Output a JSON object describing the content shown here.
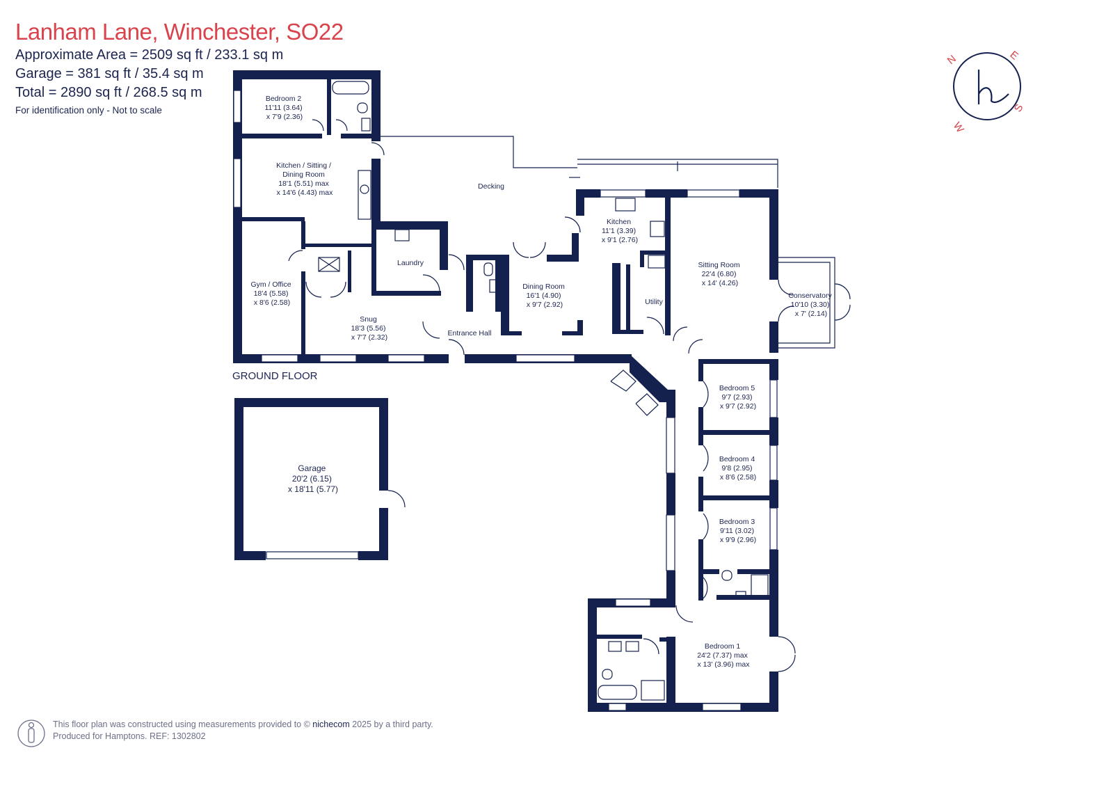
{
  "header": {
    "title": "Lanham Lane, Winchester, SO22",
    "area_line": "Approximate Area = 2509 sq ft / 233.1 sq m",
    "garage_line": "Garage = 381 sq ft / 35.4 sq m",
    "total_line": "Total = 2890 sq ft / 268.5 sq m",
    "note": "For identification only - Not to scale"
  },
  "compass": {
    "n": "N",
    "e": "E",
    "s": "S",
    "w": "W",
    "logo_letter": "h"
  },
  "floor_label": "GROUND FLOOR",
  "rooms": {
    "bedroom2": [
      "Bedroom 2",
      "11'11 (3.64)",
      "x 7'9 (2.36)"
    ],
    "kitchen_sitting": [
      "Kitchen / Sitting /",
      "Dining Room",
      "18'1 (5.51) max",
      "x 14'6 (4.43) max"
    ],
    "decking": [
      "Decking"
    ],
    "laundry": [
      "Laundry"
    ],
    "gym": [
      "Gym / Office",
      "18'4 (5.58)",
      "x 8'6 (2.58)"
    ],
    "snug": [
      "Snug",
      "18'3 (5.56)",
      "x 7'7 (2.32)"
    ],
    "entrance": [
      "Entrance Hall"
    ],
    "dining": [
      "Dining Room",
      "16'1 (4.90)",
      "x 9'7 (2.92)"
    ],
    "kitchen": [
      "Kitchen",
      "11'1 (3.39)",
      "x 9'1 (2.76)"
    ],
    "utility": [
      "Utility"
    ],
    "sitting": [
      "Sitting Room",
      "22'4 (6.80)",
      "x 14' (4.26)"
    ],
    "conservatory": [
      "Conservatory",
      "10'10 (3.30)",
      "x 7' (2.14)"
    ],
    "bedroom5": [
      "Bedroom 5",
      "9'7 (2.93)",
      "x 9'7 (2.92)"
    ],
    "bedroom4": [
      "Bedroom 4",
      "9'8 (2.95)",
      "x 8'6 (2.58)"
    ],
    "bedroom3": [
      "Bedroom 3",
      "9'11 (3.02)",
      "x 9'9 (2.96)"
    ],
    "bedroom1": [
      "Bedroom 1",
      "24'2 (7.37) max",
      "x 13' (3.96) max"
    ],
    "garage": [
      "Garage",
      "20'2 (6.15)",
      "x 18'11 (5.77)"
    ]
  },
  "footer": {
    "line1_pre": "This floor plan was constructed using measurements provided to ©",
    "brand": "nichecom",
    "line1_post": " 2025 by a third party.",
    "line2": "Produced for Hamptons.   REF: 1302802"
  },
  "colors": {
    "wall": "#14214f",
    "title": "#d9434c",
    "text": "#1c2450"
  }
}
